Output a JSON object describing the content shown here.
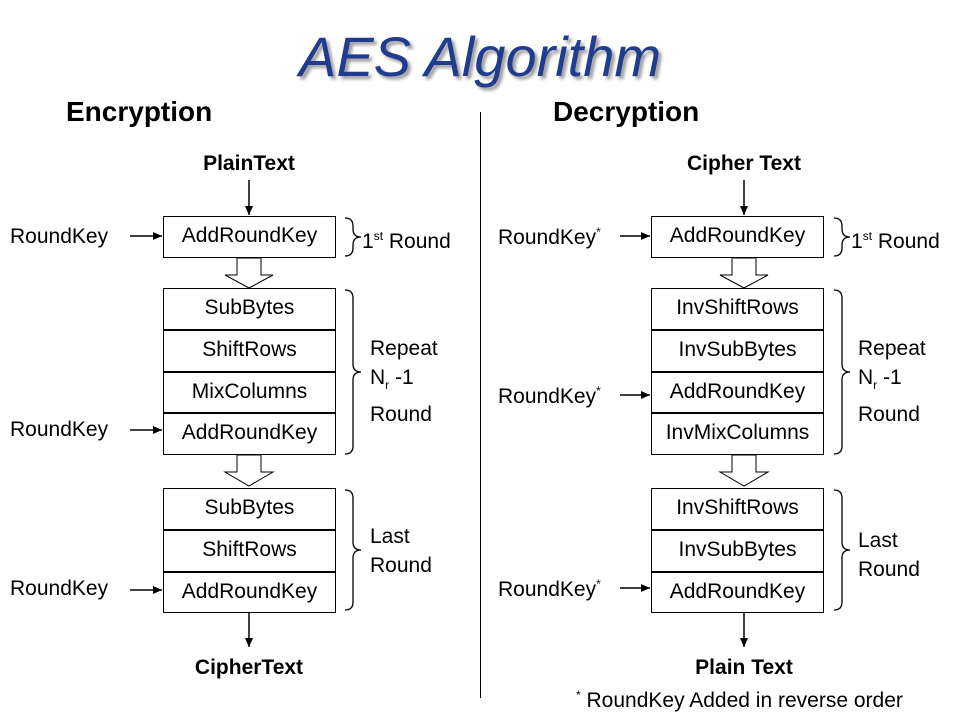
{
  "title": "AES Algorithm",
  "encryption": {
    "heading": "Encryption",
    "input": "PlainText",
    "output": "CipherText",
    "round_key": "RoundKey",
    "first_box": "AddRoundKey",
    "repeat_boxes": [
      "SubBytes",
      "ShiftRows",
      "MixColumns",
      "AddRoundKey"
    ],
    "last_boxes": [
      "SubBytes",
      "ShiftRows",
      "AddRoundKey"
    ]
  },
  "decryption": {
    "heading": "Decryption",
    "input": "Cipher Text",
    "output": "Plain Text",
    "round_key": "RoundKey",
    "round_key_mark": "*",
    "first_box": "AddRoundKey",
    "repeat_boxes": [
      "InvShiftRows",
      "InvSubBytes",
      "AddRoundKey",
      "InvMixColumns"
    ],
    "last_boxes": [
      "InvShiftRows",
      "InvSubBytes",
      "AddRoundKey"
    ]
  },
  "rounds": {
    "first_num": "1",
    "first_sup": "st",
    "first_label": " Round",
    "repeat_word": "Repeat",
    "nr_letter": "N",
    "nr_sub": "r",
    "nr_rest": " -1",
    "round_word": "Round",
    "last_word": "Last"
  },
  "footnote": {
    "mark": "*",
    "text": " RoundKey Added in reverse order"
  }
}
